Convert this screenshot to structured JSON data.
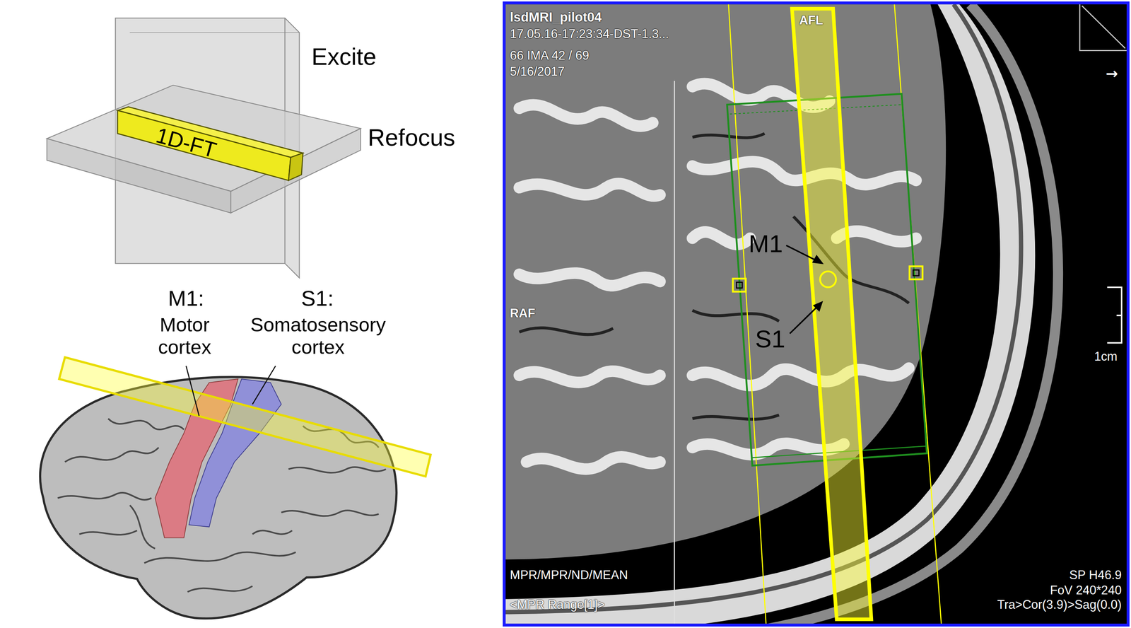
{
  "diagram": {
    "nodes": [
      {
        "text": [
          "1D-FT"
        ]
      }
    ],
    "labels": [
      "Excite",
      "Refocus",
      "M1:",
      "Motor cortex",
      "S1:",
      "Somatosensory cortex",
      "lsdMRI_pilot04",
      "17.05.16-17:23:34-DST-1.3...",
      "66 IMA 42 / 69",
      "5/16/2017",
      "AFL",
      "→",
      "RAF",
      "M1",
      "S1",
      "1cm",
      "MPR/MPR/ND/MEAN",
      "<MPR Range[1]>",
      "SP H46.9",
      "FoV 240*240",
      "Tra>Cor(3.9)>Sag(0.0)"
    ]
  }
}
